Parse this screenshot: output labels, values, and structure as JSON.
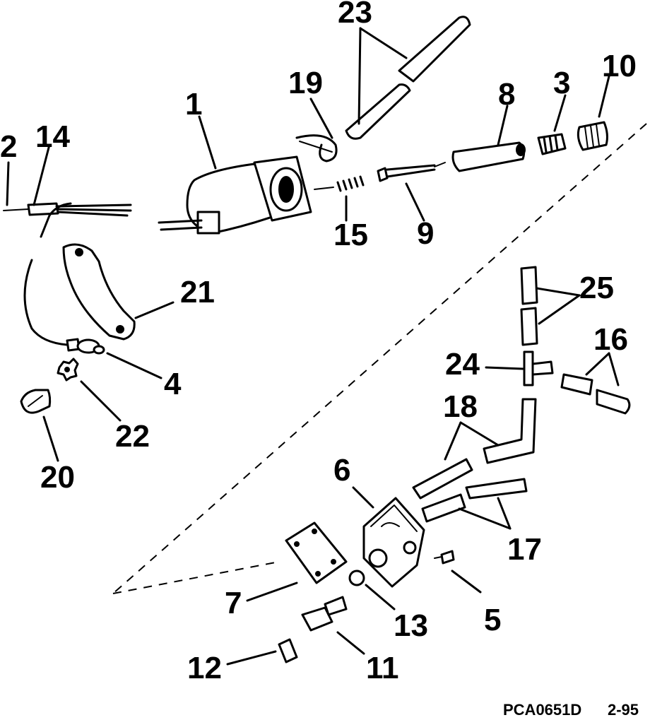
{
  "callouts": {
    "c1": "1",
    "c2": "2",
    "c3": "3",
    "c4": "4",
    "c5": "5",
    "c6": "6",
    "c7": "7",
    "c8": "8",
    "c9": "9",
    "c10": "10",
    "c11": "11",
    "c12": "12",
    "c13": "13",
    "c14": "14",
    "c15": "15",
    "c16": "16",
    "c17": "17",
    "c18": "18",
    "c19": "19",
    "c20": "20",
    "c21": "21",
    "c22": "22",
    "c23": "23",
    "c24": "24",
    "c25": "25"
  },
  "footer": {
    "code": "PCA0651D",
    "date": "2-95"
  }
}
